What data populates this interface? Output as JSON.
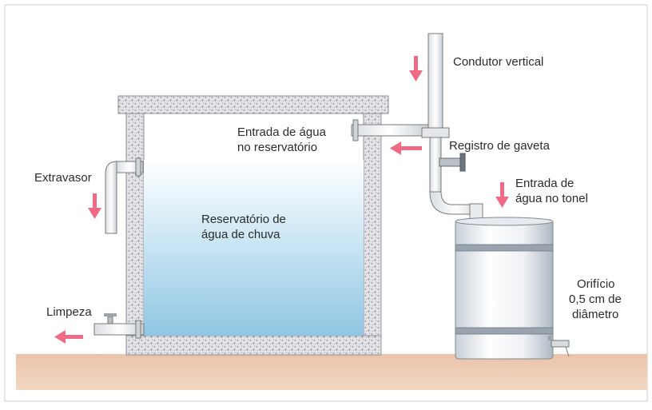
{
  "colors": {
    "ground": "#efcfb7",
    "wall_fill": "#e6e6e6",
    "wall_speckle": "#9a9aa4",
    "water_top": "#ffffff",
    "water_bottom": "#8fc6e3",
    "arrow": "#ef6a84",
    "pipe_stroke": "#7a7a7a",
    "barrel_light": "#ffffff",
    "barrel_dark": "#b9c3cc"
  },
  "labels": {
    "condutor_vertical": "Condutor vertical",
    "entrada_reservatorio": [
      "Entrada de água",
      "no reservatório"
    ],
    "registro_gaveta": "Registro de gaveta",
    "extravasor": "Extravasor",
    "reservatorio": [
      "Reservatório de",
      "água de chuva"
    ],
    "entrada_tonel": [
      "Entrada de",
      "água no tonel"
    ],
    "orificio": [
      "Orifício",
      "0,5 cm de",
      "diâmetro"
    ],
    "limpeza": "Limpeza"
  }
}
